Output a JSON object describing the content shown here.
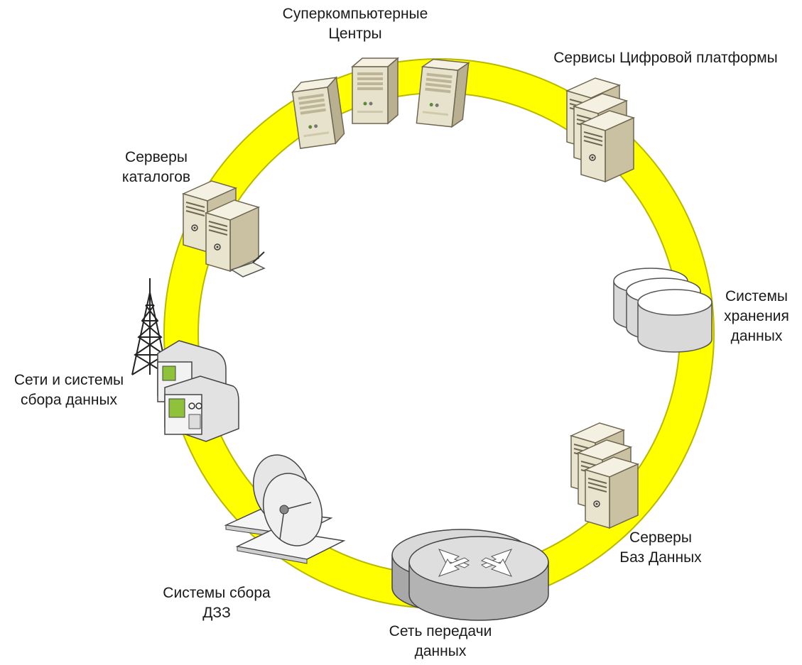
{
  "colors": {
    "ring": "#ffff00",
    "ring_edge": "#b8b800",
    "server_light": "#efebd8",
    "server_mid": "#d8d1b3",
    "server_dark": "#b9b092",
    "disk_top": "#ffffff",
    "disk_side": "#dcdcdc",
    "router_top": "#d9d9d9",
    "router_side": "#a8a8a8",
    "screen_green": "#8fc23a"
  },
  "labels": {
    "supercomputer_l1": "Суперкомпьютерные",
    "supercomputer_l2": "Центры",
    "platform": "Сервисы Цифровой платформы",
    "catalog_l1": "Серверы",
    "catalog_l2": "каталогов",
    "storage_l1": "Системы",
    "storage_l2": "хранения",
    "storage_l3": "данных",
    "collect_net_l1": "Сети и системы",
    "collect_net_l2": "сбора данных",
    "db_l1": "Серверы",
    "db_l2": "Баз Данных",
    "rs_l1": "Системы сбора",
    "rs_l2": "ДЗЗ",
    "net_l1": "Сеть передачи",
    "net_l2": "данных"
  },
  "icons": {
    "supercomputers": "tower-server-icon",
    "platform": "server-stack-icon",
    "catalog": "server-pair-icon",
    "storage": "disk-storage-icon",
    "collect": "measurement-device-icon",
    "tower": "radio-tower-icon",
    "db": "server-stack-icon",
    "dish": "satellite-dish-icon",
    "router": "router-icon"
  }
}
